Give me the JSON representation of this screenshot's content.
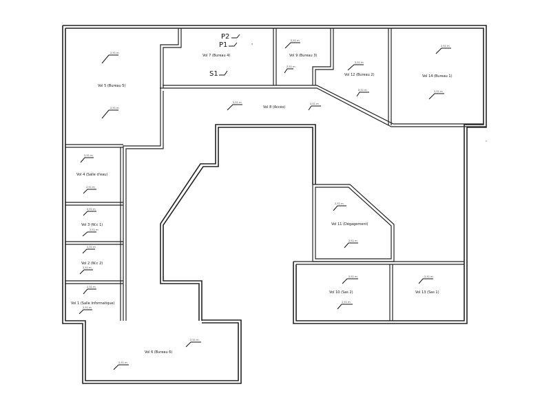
{
  "plan_tags": [
    {
      "id": "p2",
      "text": "P2"
    },
    {
      "id": "p1",
      "text": "P1"
    },
    {
      "id": "s1",
      "text": "S1"
    }
  ],
  "rooms": [
    {
      "id": "vol5",
      "label": "Vol 5 (Bureau 5)",
      "heights": [
        "2,51 m",
        "2,51 m"
      ]
    },
    {
      "id": "vol7",
      "label": "Vol 7 (Bureau 4)",
      "heights": []
    },
    {
      "id": "vol9",
      "label": "Vol 9 (Bureau 3)",
      "heights": [
        "2,51 m",
        "2,51 m"
      ]
    },
    {
      "id": "vol12",
      "label": "Vol 12 (Bureau 2)",
      "heights": [
        "2,51 m",
        "2,51 m"
      ]
    },
    {
      "id": "vol14",
      "label": "Vol 14 (Bureau 1)",
      "heights": [
        "2,51 m",
        "2,51 m"
      ]
    },
    {
      "id": "vol8",
      "label": "Vol 8 (Accès)",
      "heights": [
        "2,51 m",
        "2,51 m"
      ]
    },
    {
      "id": "vol4",
      "label": "Vol 4 (Salle d'eau)",
      "heights": [
        "2,51 m",
        "2,51 m"
      ]
    },
    {
      "id": "vol3",
      "label": "Vol 3 (W.c 1)",
      "heights": [
        "2,51 m",
        "2,51 m"
      ]
    },
    {
      "id": "vol2",
      "label": "Vol 2 (W.c 2)",
      "heights": [
        "2,51 m",
        "2,51 m"
      ]
    },
    {
      "id": "vol1",
      "label": "Vol 1 (Salle Informatique)",
      "heights": [
        "2,51 m",
        "2,51 m"
      ]
    },
    {
      "id": "vol11",
      "label": "Vol 11 (Dégagement)",
      "heights": [
        "2,51 m",
        "2,51 m"
      ]
    },
    {
      "id": "vol10",
      "label": "Vol 10 (Sas 2)",
      "heights": [
        "2,51 m",
        "2,51 m"
      ]
    },
    {
      "id": "vol13",
      "label": "Vol 13 (Sas 1)",
      "heights": [
        "2,51 m"
      ]
    },
    {
      "id": "vol6",
      "label": "Vol 6 (Bureau 6)",
      "heights": [
        "2,51 m",
        "2,51 m"
      ]
    }
  ]
}
